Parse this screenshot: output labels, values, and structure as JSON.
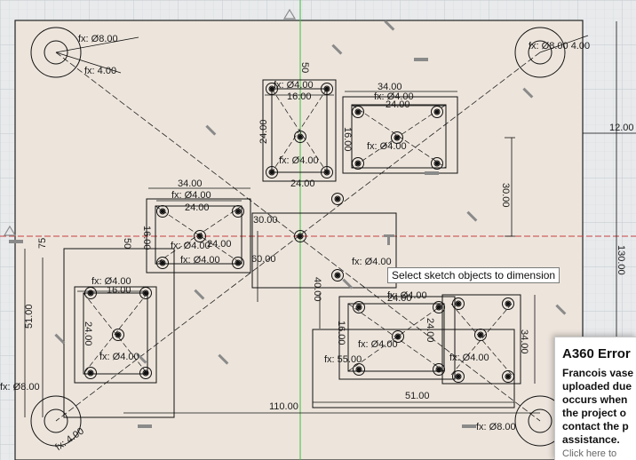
{
  "dimensions": {
    "d_top_left_dia": "fx: Ø8.00",
    "d_top_left_r": "fx: 4.00",
    "d_top_right": "fx: Ø8.00  4.00",
    "d_v50_top": "50",
    "d_tc_dia": "fx: Ø4.00",
    "d_tc_16": "16.00",
    "d_tc_24": "24.00",
    "d_tc_bot_dia": "fx: Ø4.00",
    "d_tc_bot_24": "24.00",
    "d_tr_34": "34.00",
    "d_tr_dia": "fx: Ø4.00",
    "d_tr_24": "24.00",
    "d_tr_16": "16.00",
    "d_tr_dia2": "fx: Ø4.00",
    "d_12": "12.00",
    "d_30": "30.00",
    "d_130": "130.00",
    "d_ml_34": "34.00",
    "d_ml_dia": "fx: Ø4.00",
    "d_ml_24": "24.00",
    "d_ml_16": "16.00",
    "d_ml_dia2": "fx: Ø4.00",
    "d_ml_24b": "24.00",
    "d_ml_dia3": "fx: Ø4.00",
    "d_c_30": "30.00",
    "d_c_60": "60.00",
    "d_c_40": "40.00",
    "d_c_dia": "fx: Ø4.00",
    "d_75": "75",
    "d_50": "50",
    "d_bl_dia": "fx: Ø4.00",
    "d_bl_16": "16.00",
    "d_bl_24": "24.00",
    "d_bl_dia2": "fx: Ø4.00",
    "d_51_left": "51.00",
    "d_fx8_left": "fx: Ø8.00",
    "d_bl_r": "fx: 4.00",
    "d_110": "110.00",
    "d_br_dia": "fx: Ø4.00",
    "d_br_24": "24.00",
    "d_br_16": "16.00",
    "d_br_55": "fx: 55.00",
    "d_br_dia2": "fx: Ø4.00",
    "d_br_24b": "24.00",
    "d_br_dia3": "fx: Ø4.00",
    "d_br_34": "34.00",
    "d_51_bottom": "51.00",
    "d_br_fx8": "fx: Ø8.00"
  },
  "tooltip": "Select sketch objects to dimension",
  "error_panel": {
    "title": "A360 Error",
    "lines": [
      "Francois vase",
      "uploaded due",
      "occurs when",
      "the project o",
      "contact the p",
      "assistance."
    ],
    "footer": "Click here to"
  },
  "colors": {
    "grid_background": "#e8eaec",
    "sheet": "#ede5dc",
    "sketch_line": "#111111",
    "axis_green": "#3cbf3c",
    "axis_red": "#c84040",
    "constraint_glyph": "#8a8a8a"
  }
}
